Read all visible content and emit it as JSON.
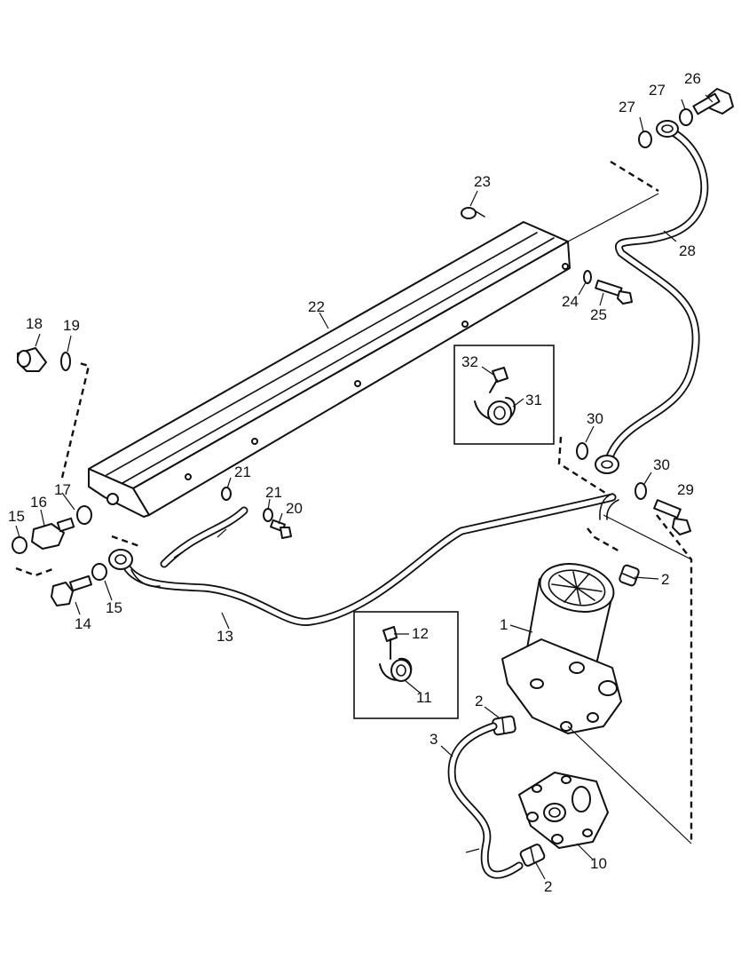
{
  "callouts": {
    "c1": "1",
    "c2a": "2",
    "c2b": "2",
    "c2c": "2",
    "c3": "3",
    "c10": "10",
    "c11": "11",
    "c12": "12",
    "c13": "13",
    "c14": "14",
    "c15a": "15",
    "c15b": "15",
    "c16": "16",
    "c17": "17",
    "c18": "18",
    "c19": "19",
    "c20": "20",
    "c21a": "21",
    "c21b": "21",
    "c22": "22",
    "c23": "23",
    "c24": "24",
    "c25": "25",
    "c26": "26",
    "c27a": "27",
    "c27b": "27",
    "c28": "28",
    "c29": "29",
    "c30a": "30",
    "c30b": "30",
    "c31": "31",
    "c32": "32"
  }
}
